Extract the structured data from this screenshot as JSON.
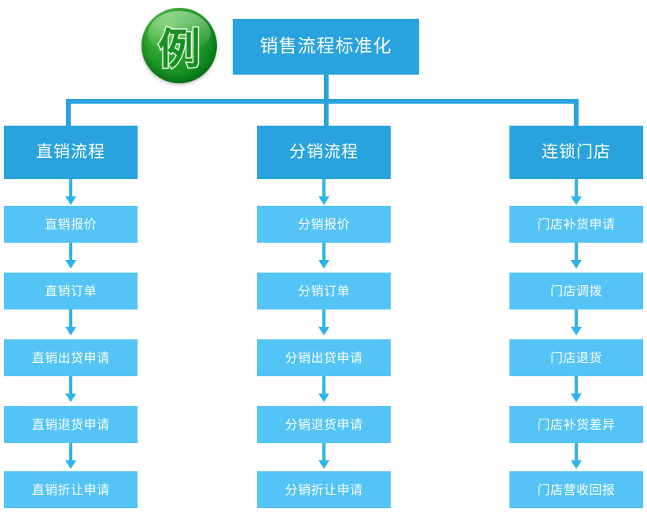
{
  "diagram": {
    "badge": {
      "glyph": "例",
      "name": "example-badge",
      "color": "#16951f"
    },
    "root": {
      "label": "销售流程标准化",
      "color": "#29a3dd"
    },
    "colors": {
      "header_blue": "#29a3dd",
      "step_blue": "#53c4f5",
      "connector_blue": "#2fb3ec",
      "badge_green": "#16951f",
      "background": "#ffffff"
    },
    "columns": [
      {
        "header": "直销流程",
        "steps": [
          "直销报价",
          "直销订单",
          "直销出贷申请",
          "直销退货申请",
          "直销折让申请"
        ]
      },
      {
        "header": "分销流程",
        "steps": [
          "分销报价",
          "分销订单",
          "分销出贷申请",
          "分销退货申请",
          "分销折让申请"
        ]
      },
      {
        "header": "连锁门店",
        "steps": [
          "门店补货申请",
          "门店调拨",
          "门店退货",
          "门店补货差异",
          "门店营收回报"
        ]
      }
    ]
  }
}
